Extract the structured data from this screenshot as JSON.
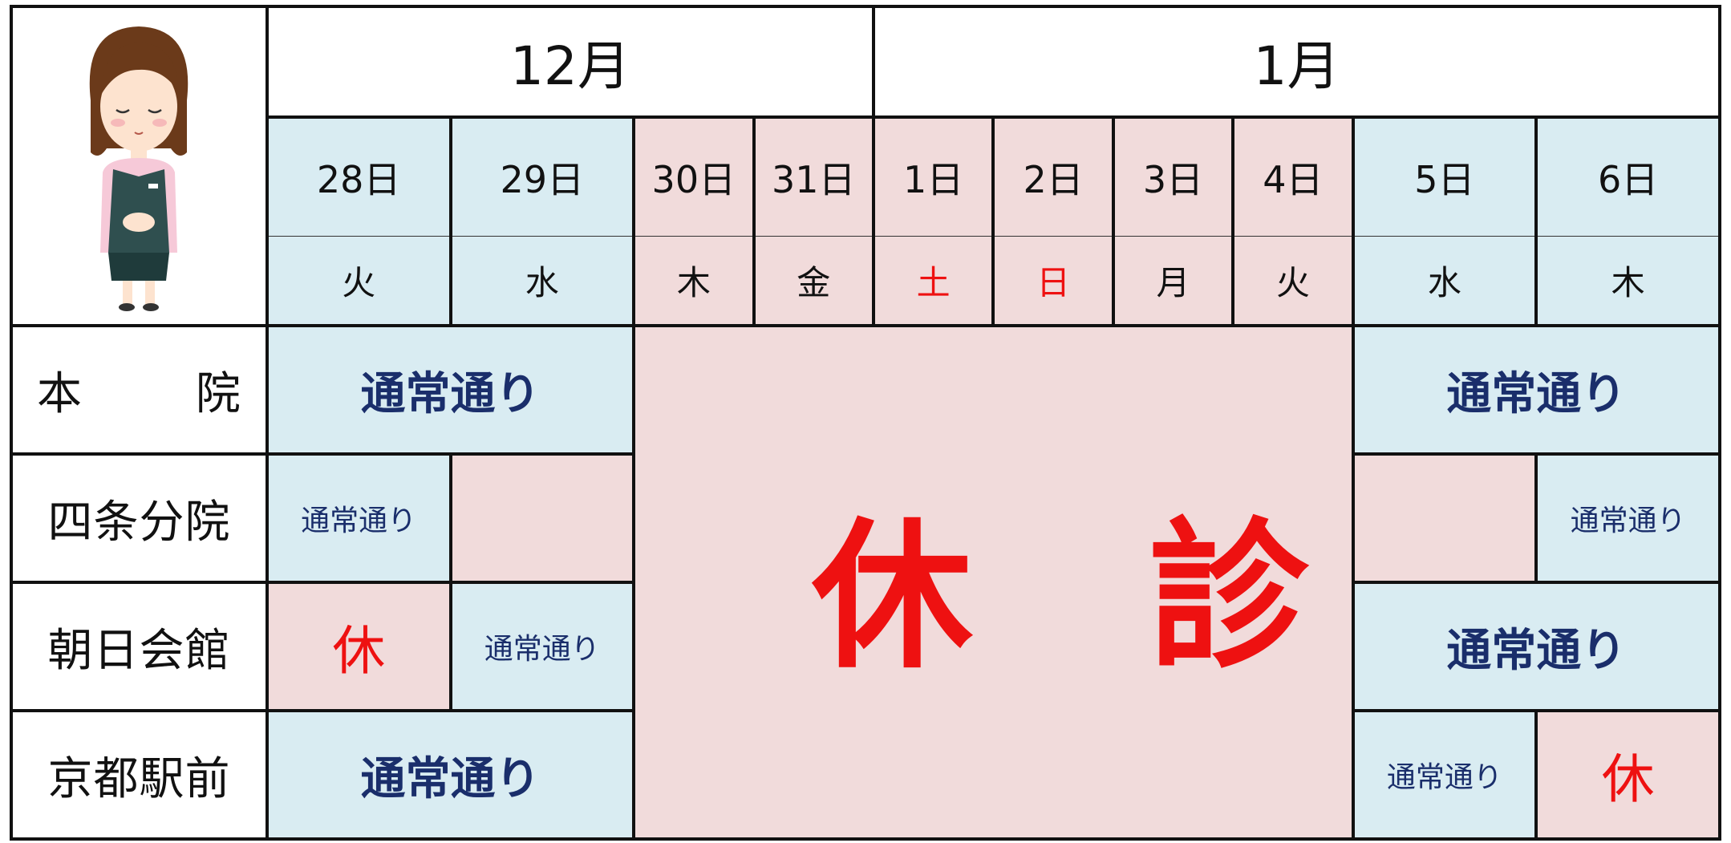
{
  "months": {
    "dec": "12月",
    "jan": "1月"
  },
  "days": [
    {
      "date": "28日",
      "dow": "火"
    },
    {
      "date": "29日",
      "dow": "水"
    },
    {
      "date": "30日",
      "dow": "木"
    },
    {
      "date": "31日",
      "dow": "金"
    },
    {
      "date": "1日",
      "dow": "土"
    },
    {
      "date": "2日",
      "dow": "日"
    },
    {
      "date": "3日",
      "dow": "月"
    },
    {
      "date": "4日",
      "dow": "火"
    },
    {
      "date": "5日",
      "dow": "水"
    },
    {
      "date": "6日",
      "dow": "木"
    }
  ],
  "branches": {
    "honin": "本院",
    "honin_a": "本",
    "honin_b": "院",
    "shijo": "四条分院",
    "asahi": "朝日会館",
    "kyoto": "京都駅前"
  },
  "status": {
    "normal": "通常通り",
    "closed_short": "休",
    "closed_long": "休診"
  },
  "colors": {
    "open_bg": "#d9ecf2",
    "closed_bg": "#f1dbdb",
    "normal_text": "#1a2e6b",
    "closed_text": "#ee1111",
    "weekend_text": "#ee1111"
  }
}
